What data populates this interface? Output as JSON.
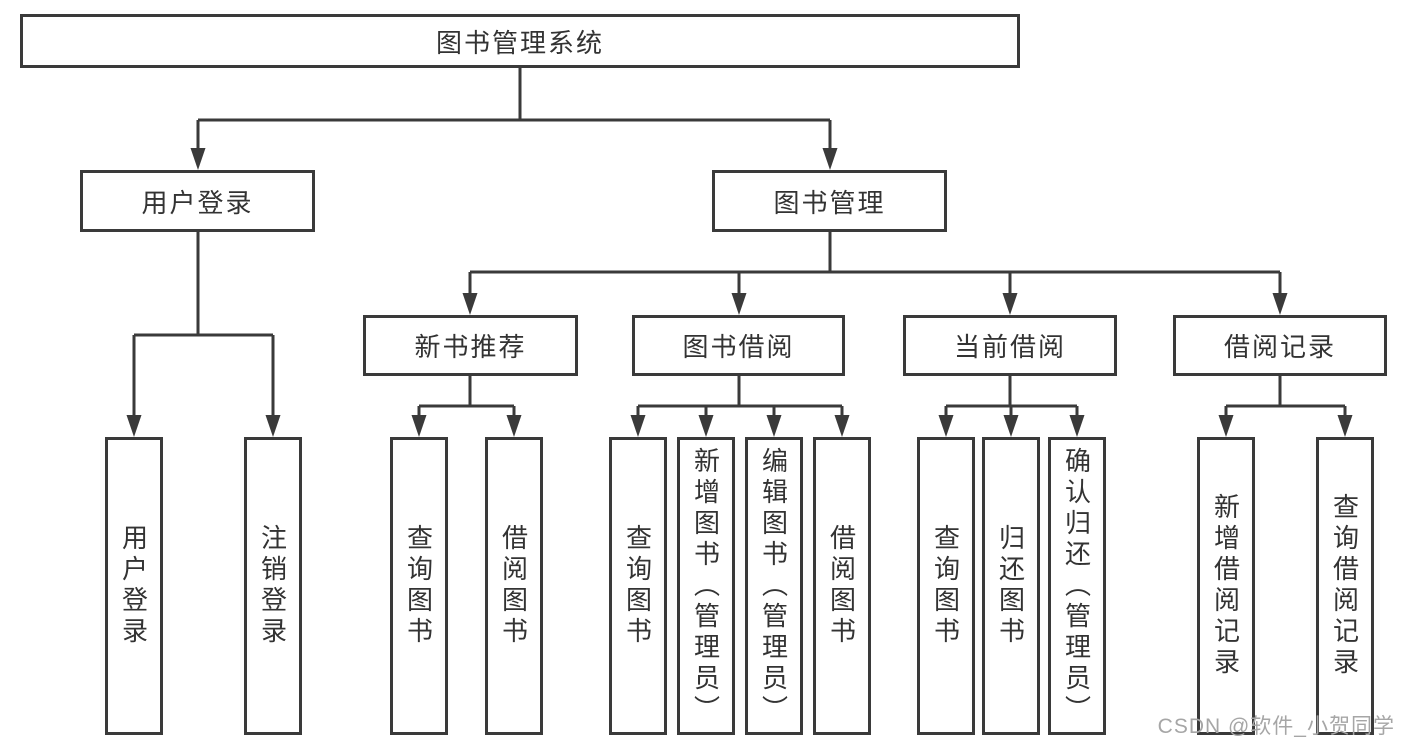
{
  "diagram": {
    "root": {
      "label": "图书管理系统"
    },
    "branches": [
      {
        "label": "用户登录",
        "children": [
          {
            "label": "用户登录"
          },
          {
            "label": "注销登录"
          }
        ]
      },
      {
        "label": "图书管理",
        "children": [
          {
            "label": "新书推荐",
            "children": [
              {
                "label": "查询图书"
              },
              {
                "label": "借阅图书"
              }
            ]
          },
          {
            "label": "图书借阅",
            "children": [
              {
                "label": "查询图书"
              },
              {
                "label": "新增图书（管理员）"
              },
              {
                "label": "编辑图书（管理员）"
              },
              {
                "label": "借阅图书"
              }
            ]
          },
          {
            "label": "当前借阅",
            "children": [
              {
                "label": "查询图书"
              },
              {
                "label": "归还图书"
              },
              {
                "label": "确认归还（管理员）"
              }
            ]
          },
          {
            "label": "借阅记录",
            "children": [
              {
                "label": "新增借阅记录"
              },
              {
                "label": "查询借阅记录"
              }
            ]
          }
        ]
      }
    ]
  },
  "watermark": {
    "text": "CSDN @软件_小贺同学"
  },
  "colors": {
    "line": "#3a3a3a",
    "text": "#333333",
    "watermark": "#a6a6a6",
    "background": "#ffffff"
  }
}
